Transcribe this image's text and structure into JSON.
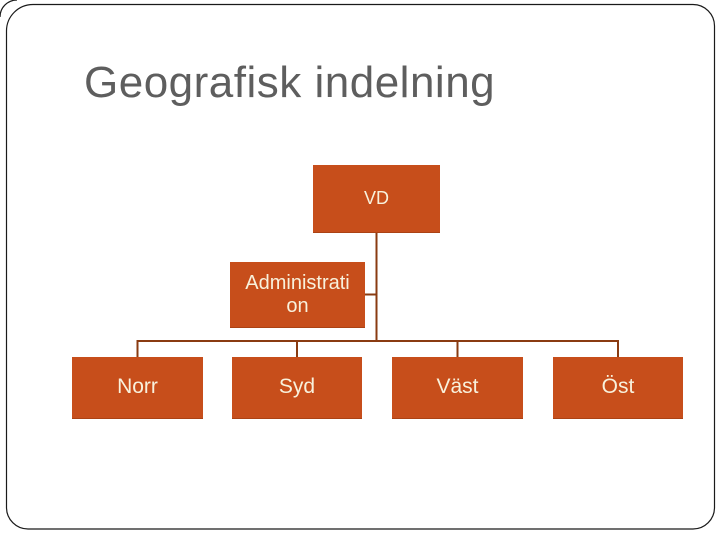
{
  "slide": {
    "title": "Geografisk indelning"
  },
  "org_chart": {
    "type": "hierarchy",
    "root": {
      "id": "vd",
      "label": "VD"
    },
    "assistant": {
      "id": "administration",
      "label": "Administration",
      "label_lines": [
        "Administrati",
        "on"
      ]
    },
    "children": [
      {
        "id": "norr",
        "label": "Norr"
      },
      {
        "id": "syd",
        "label": "Syd"
      },
      {
        "id": "vast",
        "label": "Väst"
      },
      {
        "id": "ost",
        "label": "Öst"
      }
    ]
  },
  "colors": {
    "node_fill": "#C74E1B",
    "node_text": "#F8F1DC",
    "connector": "#8A3B11",
    "title_text": "#5E5E5E",
    "frame_border": "#1A1A1A"
  }
}
